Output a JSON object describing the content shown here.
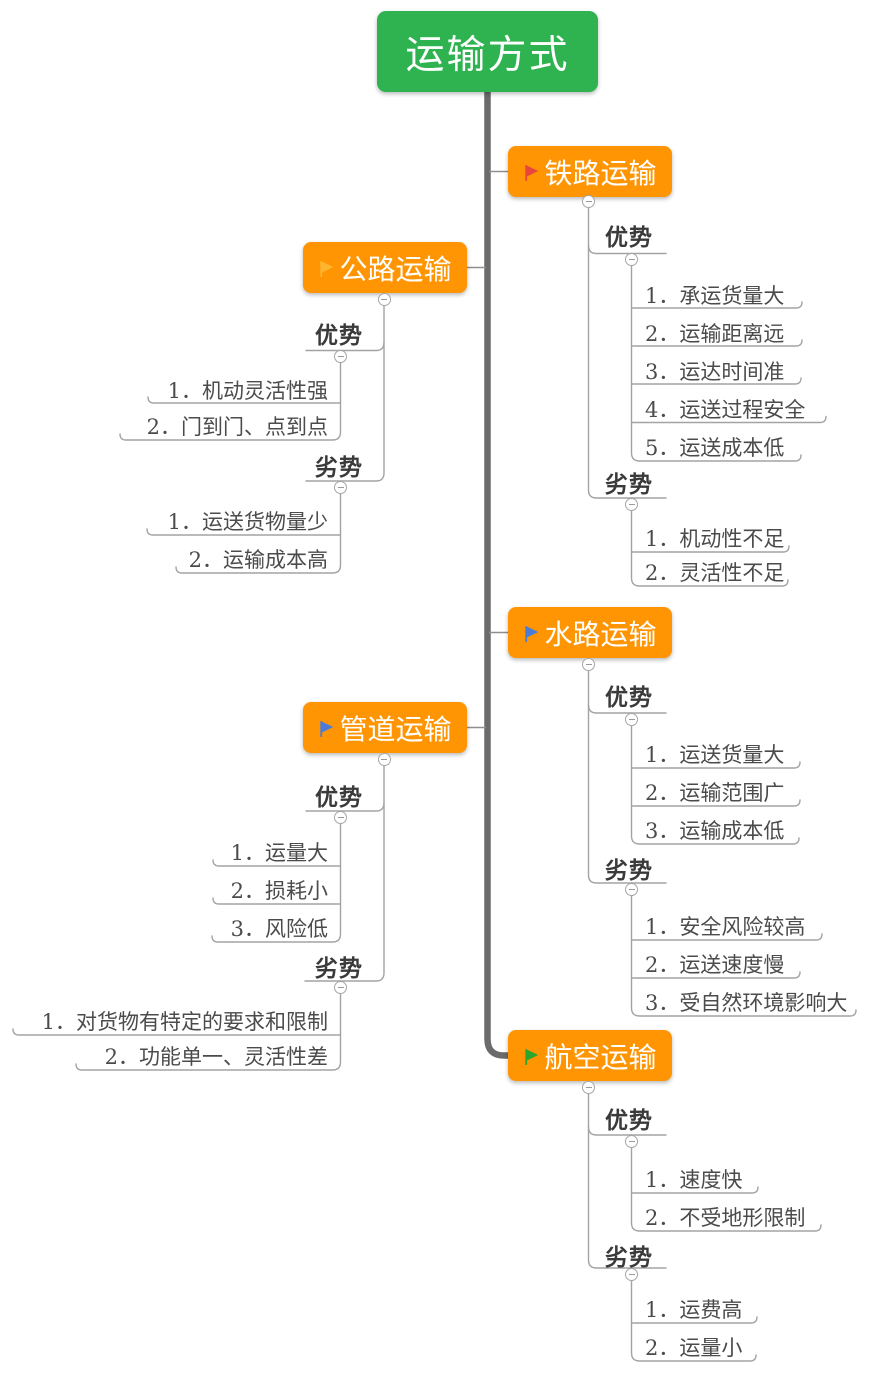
{
  "root": {
    "label": "运输方式"
  },
  "section_labels": {
    "advantages": "优势",
    "disadvantages": "劣势"
  },
  "colors": {
    "root_bg": "#2FB350",
    "branch_bg": "#FF9502",
    "trunk_line": "#6b6b6b",
    "branch_line": "#a3a3a3",
    "item_text": "#4b4b4b"
  },
  "branches": [
    {
      "label": "铁路运输",
      "flag_color": "#E8463C",
      "side": "right",
      "advantages": [
        "1．承运货量大",
        "2．运输距离远",
        "3．运达时间准",
        "4．运送过程安全",
        "5．运送成本低"
      ],
      "disadvantages": [
        "1．机动性不足",
        "2．灵活性不足"
      ]
    },
    {
      "label": "公路运输",
      "flag_color": "#FFB52E",
      "side": "left",
      "advantages": [
        "1．机动灵活性强",
        "2．门到门、点到点"
      ],
      "disadvantages": [
        "1．运送货物量少",
        "2．运输成本高"
      ]
    },
    {
      "label": "水路运输",
      "flag_color": "#4A7BD9",
      "side": "right",
      "advantages": [
        "1．运送货量大",
        "2．运输范围广",
        "3．运输成本低"
      ],
      "disadvantages": [
        "1．安全风险较高",
        "2．运送速度慢",
        "3．受自然环境影响大"
      ]
    },
    {
      "label": "管道运输",
      "flag_color": "#4A7BD9",
      "side": "left",
      "advantages": [
        "1．运量大",
        "2．损耗小",
        "3．风险低"
      ],
      "disadvantages": [
        "1．对货物有特定的要求和限制",
        "2．功能单一、灵活性差"
      ]
    },
    {
      "label": "航空运输",
      "flag_color": "#2BA52E",
      "side": "right",
      "advantages": [
        "1．速度快",
        "2．不受地形限制"
      ],
      "disadvantages": [
        "1．运费高",
        "2．运量小"
      ]
    }
  ]
}
